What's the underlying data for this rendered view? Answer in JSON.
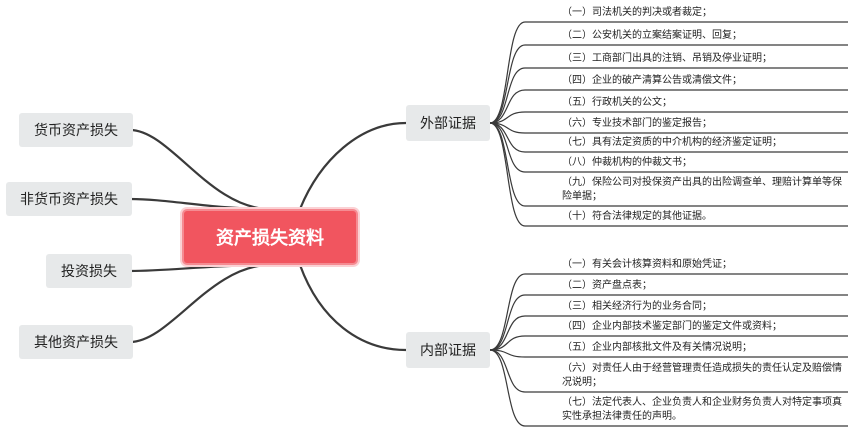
{
  "center": "资产损失资料",
  "left_nodes": [
    "货币资产损失",
    "非货币资产损失",
    "投资损失",
    "其他资产损失"
  ],
  "branches": [
    {
      "label": "外部证据",
      "items": [
        "（一）司法机关的判决或者裁定；",
        "（二）公安机关的立案结案证明、回复；",
        "（三）工商部门出具的注销、吊销及停业证明；",
        "（四）企业的破产清算公告或清偿文件；",
        "（五）行政机关的公文；",
        "（六）专业技术部门的鉴定报告；",
        "（七）具有法定资质的中介机构的经济鉴定证明；",
        "（八）仲裁机构的仲裁文书；",
        "（九）保险公司对投保资产出具的出险调查单、理赔计算单等保险单据；",
        "（十）符合法律规定的其他证据。"
      ]
    },
    {
      "label": "内部证据",
      "items": [
        "（一）有关会计核算资料和原始凭证；",
        "（二）资产盘点表；",
        "（三）相关经济行为的业务合同；",
        "（四）企业内部技术鉴定部门的鉴定文件或资料；",
        "（五）企业内部核批文件及有关情况说明；",
        "（六）对责任人由于经营管理责任造成损失的责任认定及赔偿情况说明；",
        "（七）法定代表人、企业负责人和企业财务负责人对特定事项真实性承担法律责任的声明。"
      ]
    }
  ]
}
